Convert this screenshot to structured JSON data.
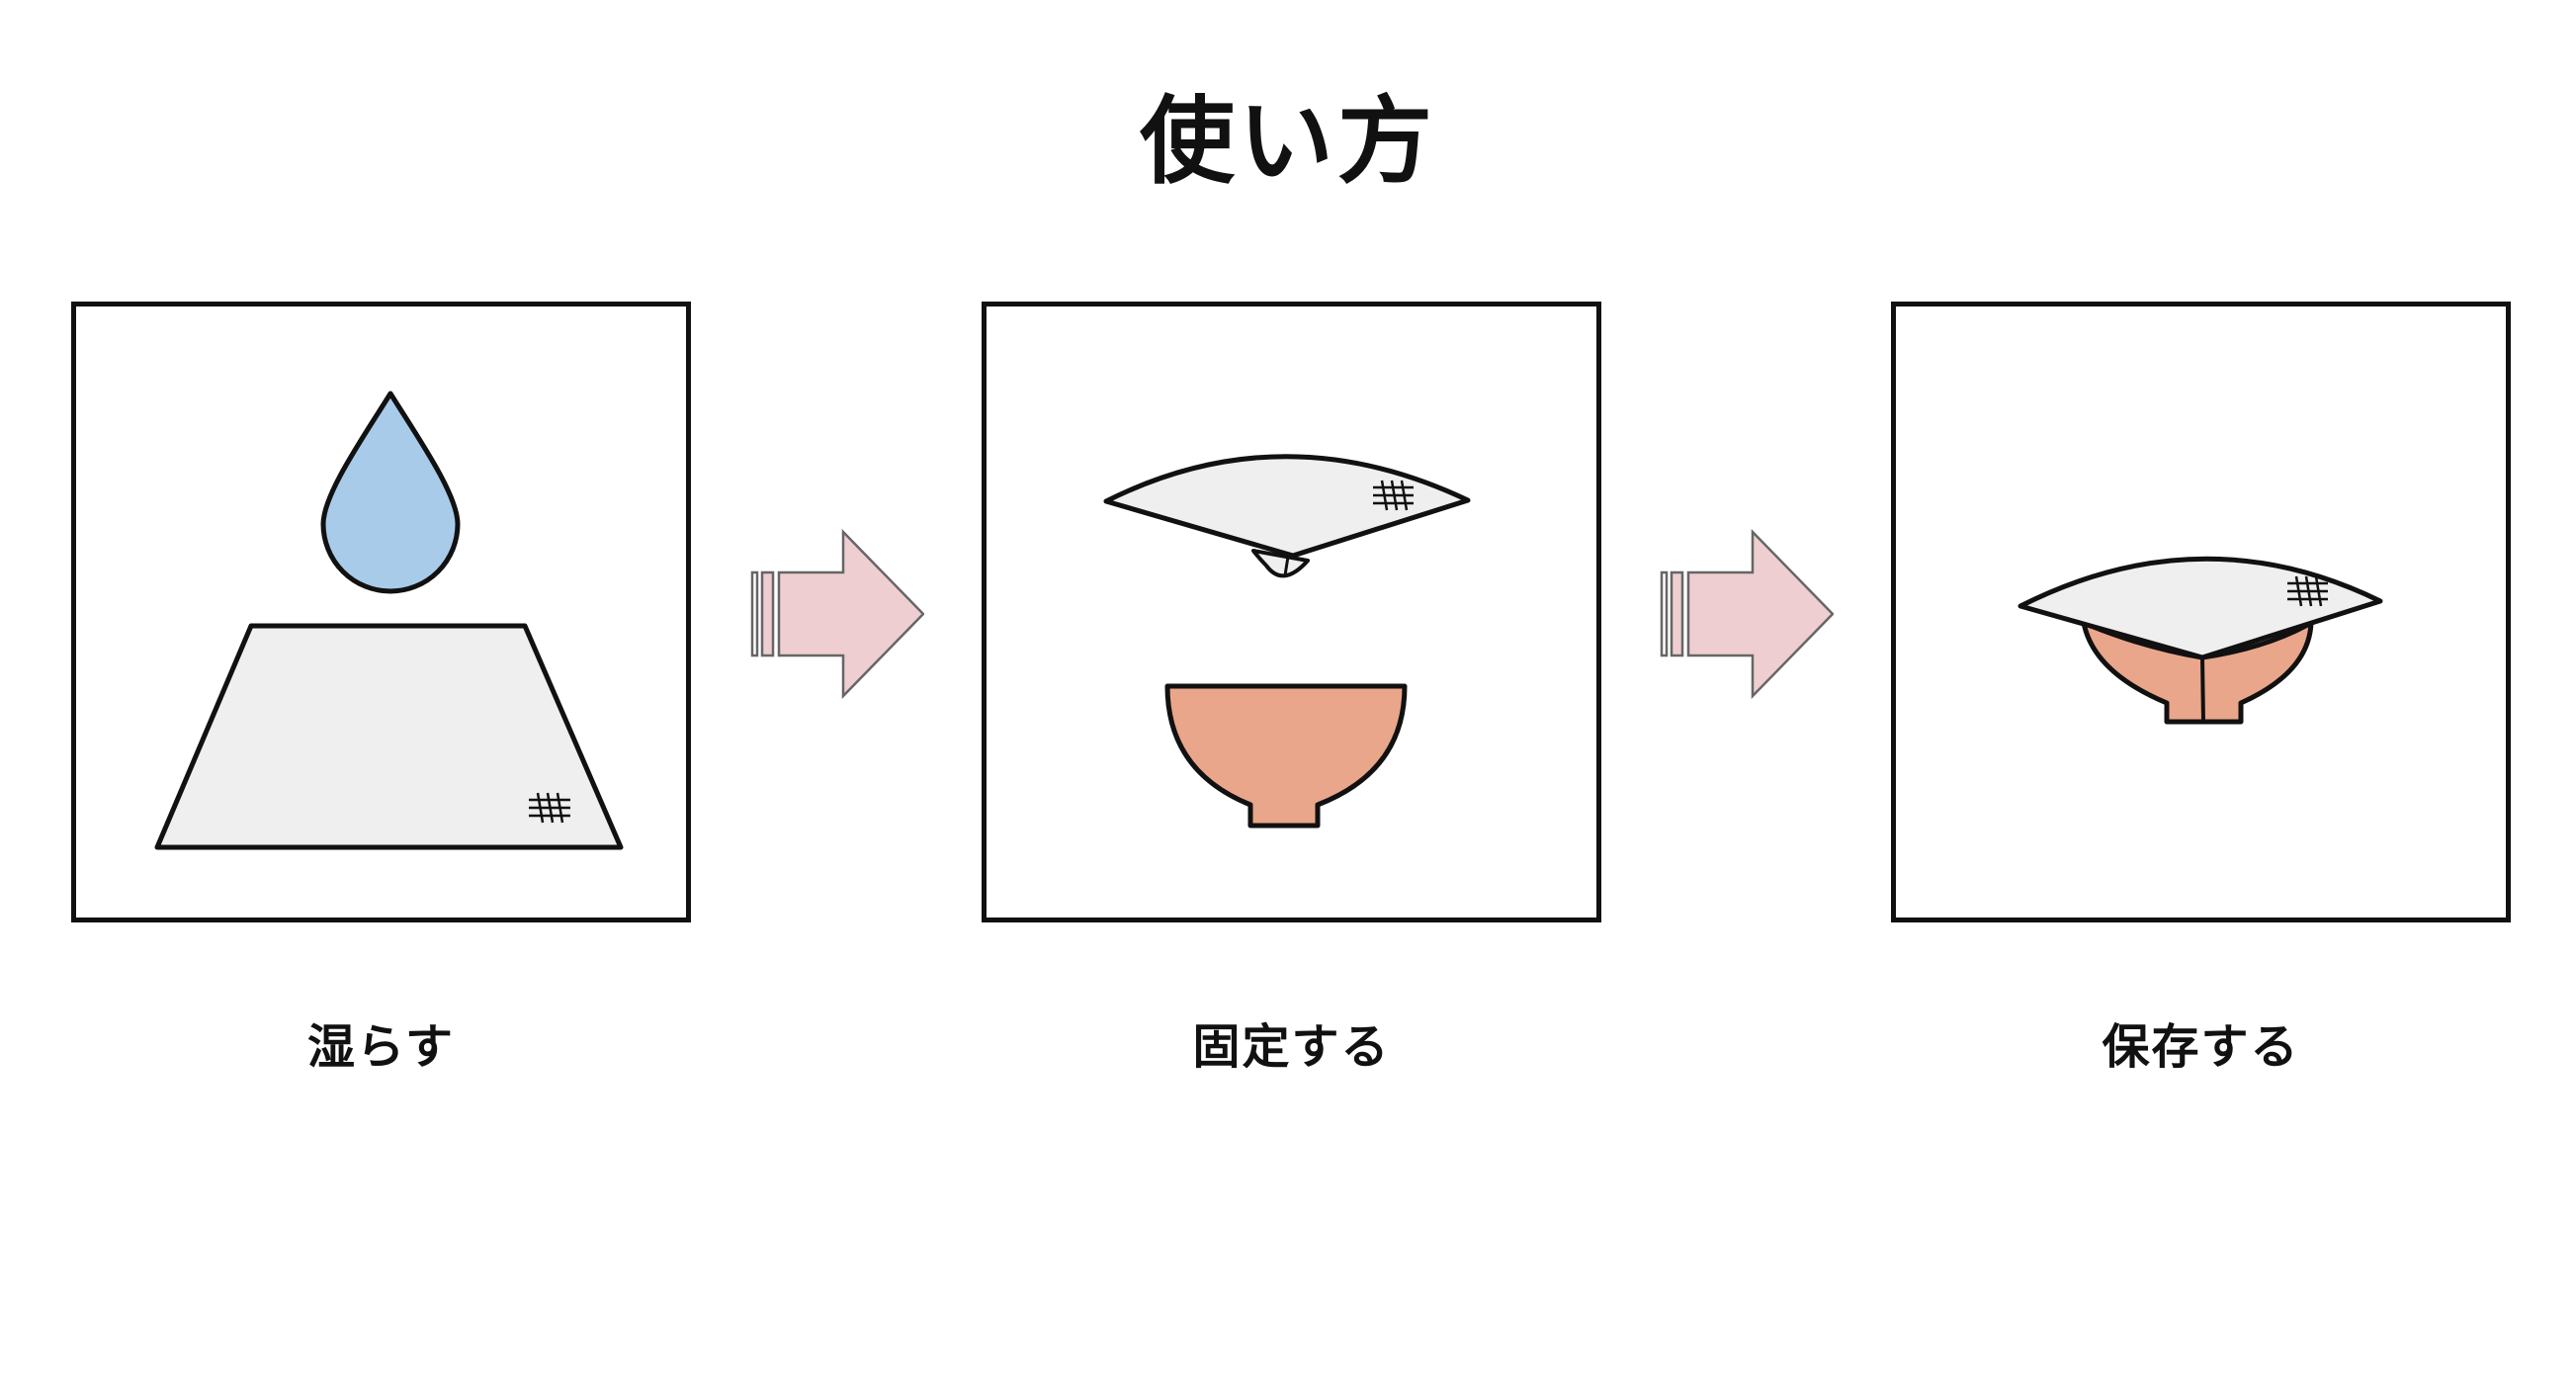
{
  "title": "使い方",
  "steps": [
    {
      "label": "湿らす"
    },
    {
      "label": "固定する"
    },
    {
      "label": "保存する"
    }
  ],
  "colors": {
    "water_drop": "#A8CBEA",
    "cloth": "#EEEFEE",
    "bowl": "#E9A68A",
    "arrow": "#EECED0",
    "outline": "#111111"
  },
  "icons": [
    "water-drop-icon",
    "cloth-icon",
    "bowl-icon",
    "arrow-right-icon"
  ]
}
